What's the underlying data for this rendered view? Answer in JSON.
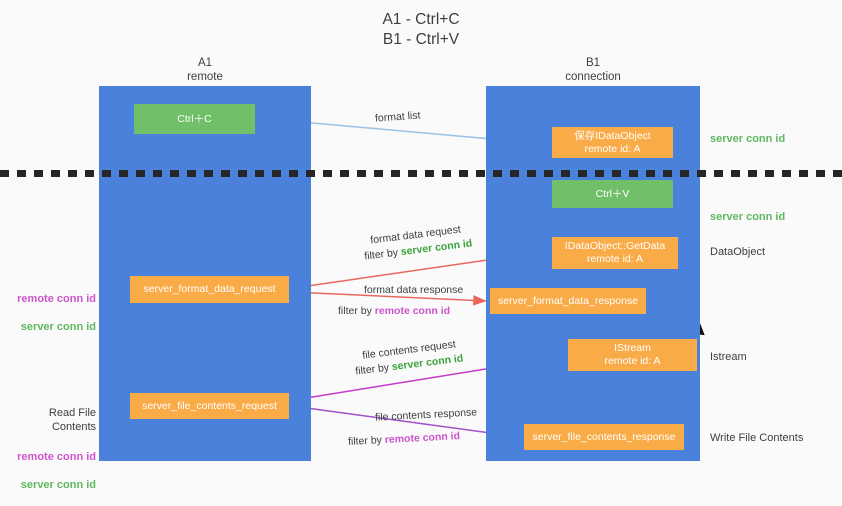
{
  "title": "A1 - Ctrl+C\nB1 - Ctrl+V",
  "columns": {
    "a1": "A1\nremote",
    "b1": "B1\nconnection"
  },
  "nodes": {
    "ctrl_c": "Ctrl＋C",
    "idataobject": "保存IDataObject\nremote id: A",
    "ctrl_v": "Ctrl＋V",
    "getdata": "IDataObject::GetData\nremote id: A",
    "istream": "IStream\nremote id: A",
    "server_format_data_request": "server_format_data_request",
    "server_format_data_response": "server_format_data_response",
    "server_file_contents_request": "server_file_contents_request",
    "server_file_contents_response": "server_file_contents_response"
  },
  "right_annotations": {
    "server_conn_id_top": "server conn id",
    "server_conn_id_mid": "server conn id",
    "dataobject": "DataObject",
    "istream": "Istream",
    "write_file_contents": "Write File Contents"
  },
  "left_annotations": {
    "group1": {
      "remote": "remote conn id",
      "server": "server conn id"
    },
    "group2": {
      "title": "Read File Contents",
      "remote": "remote conn id",
      "server": "server conn id"
    }
  },
  "edge_labels": {
    "format_list": "format list",
    "format_data_request": "format data request",
    "filter_by": "filter by ",
    "server_conn_id": "server conn id",
    "remote_conn_id": "remote conn id",
    "format_data_response": "format data response",
    "file_contents_request": "file contents request",
    "file_contents_response": "file contents response"
  },
  "colors": {
    "lane_blue": "#4a82db",
    "node_green": "#72bf6a",
    "node_orange": "#f9ab48",
    "accent_green": "#5fb85f",
    "accent_purple": "#cc55cc",
    "arrow_light_blue": "#9cc3e8",
    "arrow_red": "#e8685c",
    "arrow_magenta": "#c838c8",
    "arrow_purple": "#a050c8",
    "arrow_black": "#111111",
    "background": "#fafafa"
  }
}
